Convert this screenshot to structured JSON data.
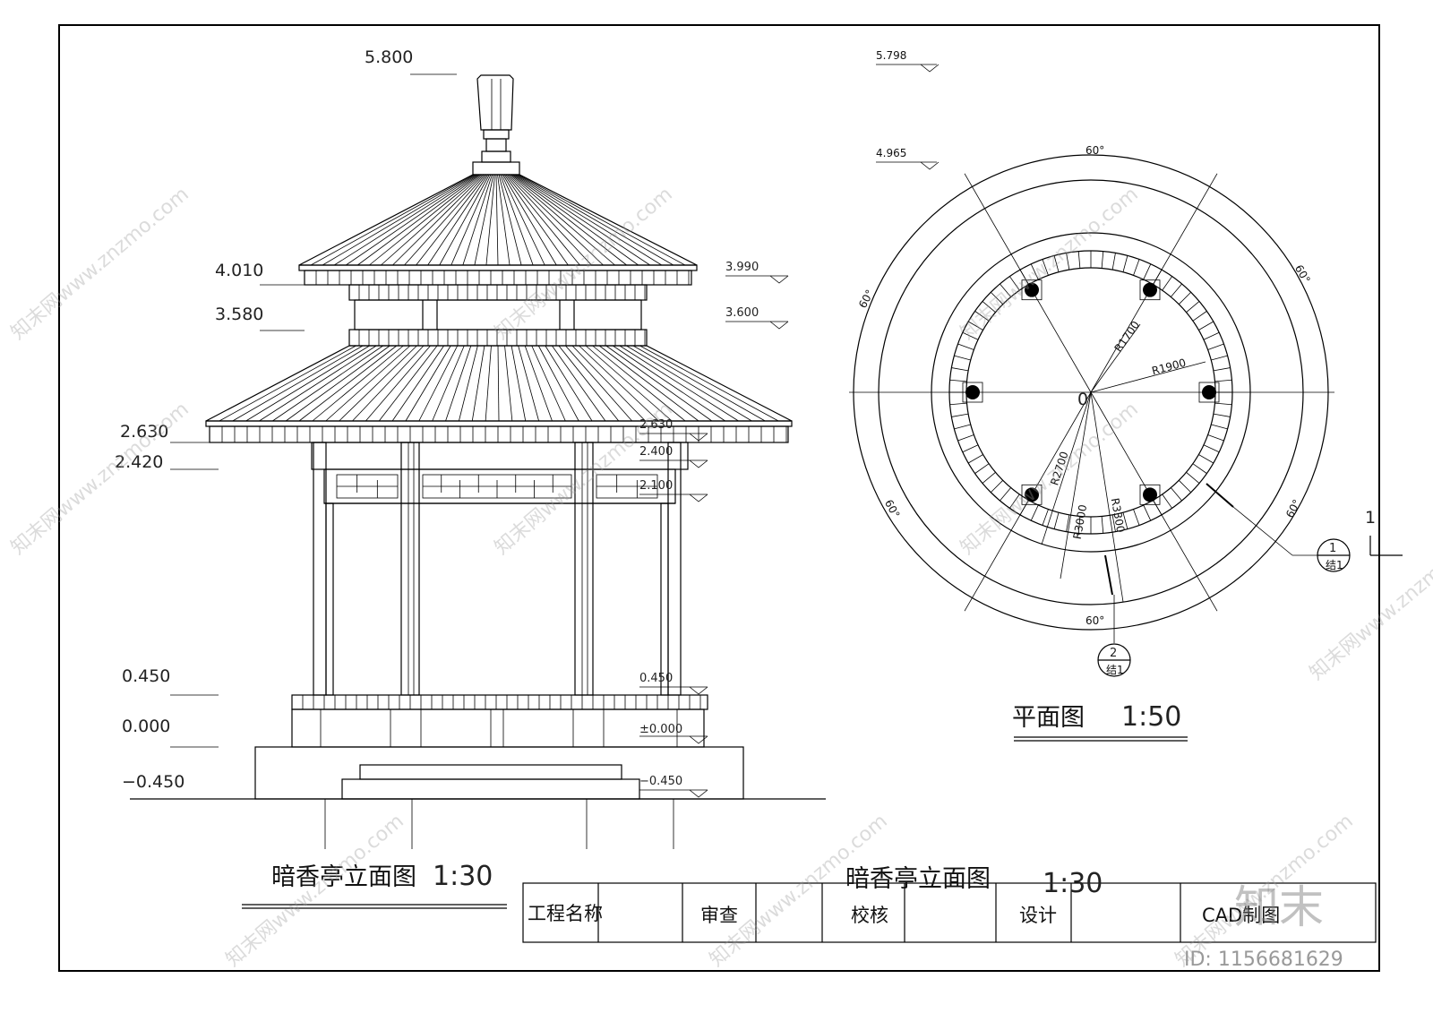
{
  "elevation": {
    "title": "暗香亭立面图",
    "scale": "1:30",
    "left_levels": [
      "5.800",
      "4.010",
      "3.580",
      "2.630",
      "2.420",
      "0.450",
      "0.000",
      "−0.450"
    ],
    "right_levels": [
      "3.990",
      "3.600",
      "2.630",
      "2.400",
      "2.100",
      "0.450",
      "±0.000",
      "−0.450"
    ]
  },
  "plan": {
    "title": "平面图",
    "scale": "1:50",
    "top_levels": [
      "5.798",
      "4.965"
    ],
    "angles": [
      "60°",
      "60°",
      "60°",
      "60°",
      "60°",
      "60°"
    ],
    "radii": [
      "R1700",
      "R1900",
      "R2700",
      "R3000",
      "R3300"
    ],
    "center_label": "0",
    "detail_1": {
      "num": "1",
      "sheet": "结1"
    },
    "detail_2": {
      "num": "2",
      "sheet": "结1"
    },
    "section_mark": "1"
  },
  "title_block": {
    "label_project": "工程名称",
    "label_review": "审查",
    "label_check": "校核",
    "label_design": "设计",
    "label_cad": "CAD制图",
    "overlay_title": "暗香亭立面图",
    "overlay_scale": "1:30"
  },
  "watermark": {
    "text": "知末网www.znzmo.com",
    "brand": "知末",
    "id": "ID: 1156681629"
  }
}
